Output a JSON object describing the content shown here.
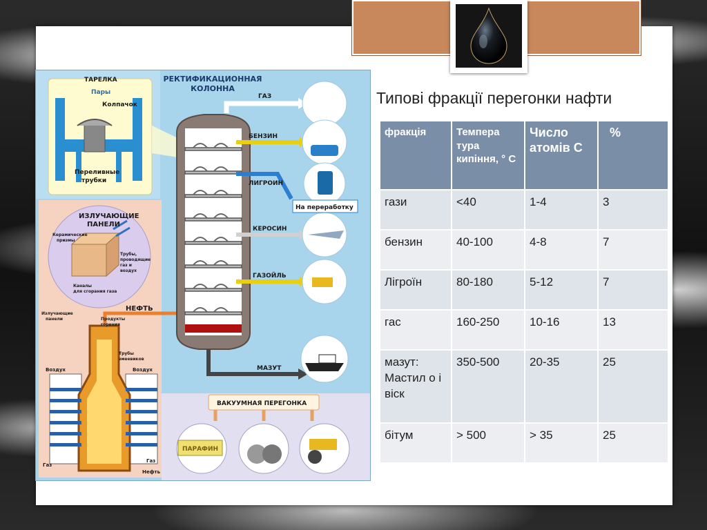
{
  "slide": {
    "title": "Типові фракції перегонки нафти"
  },
  "diagram": {
    "title_line1": "РЕКТИФИКАЦИОННАЯ",
    "title_line2": "КОЛОННА",
    "plate_label": "ТАРЕЛКА",
    "vapors_label": "Пары",
    "cap_label": "Колпачок",
    "downcomer_line1": "Переливные",
    "downcomer_line2": "трубки",
    "panels_line1": "ИЗЛУЧАЮЩИЕ",
    "panels_line2": "ПАНЕЛИ",
    "ceramic_line1": "Керамические",
    "ceramic_line2": "призмы",
    "pipes_line1": "Трубы,",
    "pipes_line2": "проводящие",
    "pipes_line3": "газ и",
    "pipes_line4": "воздух",
    "channels_line1": "Каналы",
    "channels_line2": "для сгорания газа",
    "oil_label": "НЕФТЬ",
    "radiating_line1": "Излучающие",
    "radiating_line2": "панели",
    "combustion_line1": "Продукты",
    "combustion_line2": "горения",
    "coil_line1": "Трубы",
    "coil_line2": "змеевиков",
    "air_left": "Воздух",
    "air_right": "Воздух",
    "gas_left": "Газ",
    "gas_right": "Газ",
    "oil_bottom": "Нефть",
    "out_gas": "ГАЗ",
    "out_petrol": "БЕНЗИН",
    "out_ligroin": "ЛИГРОИН",
    "out_processing": "На переработку",
    "out_kerosene": "КЕРОСИН",
    "out_gasoil": "ГАЗОЙЛЬ",
    "out_mazut": "МАЗУТ",
    "vacuum_label": "ВАКУУМНАЯ ПЕРЕГОНКА",
    "paraffin_label": "ПАРАФИН"
  },
  "table": {
    "headers": {
      "fraction": "фракція",
      "temp": "Темпера тура кипіння, ° С",
      "carbon": "Число атомів С",
      "percent": "%"
    },
    "rows": [
      {
        "fraction": "гази",
        "temp": "<40",
        "carbon": "1-4",
        "percent": "3"
      },
      {
        "fraction": "бензин",
        "temp": "40-100",
        "carbon": "4-8",
        "percent": "7"
      },
      {
        "fraction": "Лігроїн",
        "temp": "80-180",
        "carbon": "5-12",
        "percent": "7"
      },
      {
        "fraction": "гас",
        "temp": "160-250",
        "carbon": "10-16",
        "percent": "13"
      },
      {
        "fraction": "мазут: Мастил о і віск",
        "temp": "350-500",
        "carbon": "20-35",
        "percent": "25"
      },
      {
        "fraction": "бітум",
        "temp": "> 500",
        "carbon": "> 35",
        "percent": "25"
      }
    ]
  },
  "colors": {
    "header_bg": "#7a8ea8",
    "cell_bg": "#dfe3ea",
    "accent_band": "#c9875c"
  }
}
